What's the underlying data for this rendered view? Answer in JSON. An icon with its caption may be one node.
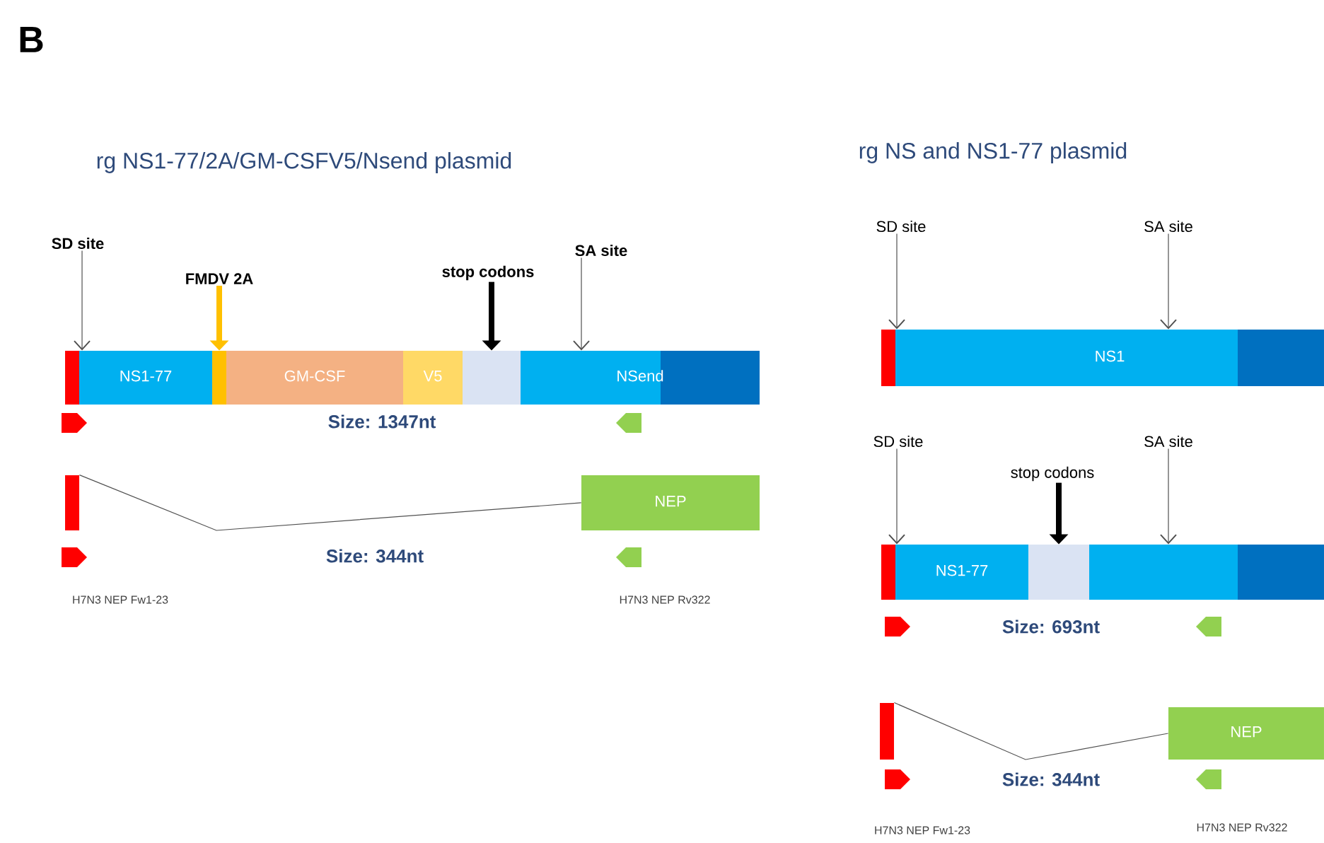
{
  "diagram": {
    "nodes": [
      {
        "text": [
          "SD site"
        ]
      },
      {
        "text": [
          "FMDV 2A"
        ]
      },
      {
        "text": [
          "stop codons"
        ]
      },
      {
        "text": [
          "SA site"
        ]
      },
      {
        "text": [],
        "shape": "box"
      },
      {
        "text": [
          "NS1-77"
        ]
      },
      {
        "text": [],
        "shape": "box"
      },
      {
        "text": [
          "GM-CSF"
        ]
      },
      {
        "text": [
          "V5"
        ]
      },
      {
        "text": [],
        "shape": "box"
      },
      {
        "text": [
          "NSend"
        ]
      },
      {
        "text": [],
        "shape": "box"
      },
      {
        "text": [
          "NEP"
        ]
      },
      {
        "text": [
          "SD site"
        ]
      },
      {
        "text": [
          "SA site"
        ]
      },
      {
        "text": [],
        "shape": "box"
      },
      {
        "text": [
          "NS1"
        ]
      },
      {
        "text": [
          "SD site"
        ]
      },
      {
        "text": [
          "stop codons"
        ]
      },
      {
        "text": [
          "SA site"
        ]
      },
      {
        "text": [],
        "shape": "box"
      },
      {
        "text": [
          "NS1-77"
        ]
      },
      {
        "text": [],
        "shape": "box"
      },
      {
        "text": [],
        "shape": "box"
      },
      {
        "text": [],
        "shape": "box"
      },
      {
        "text": [
          "NEP"
        ]
      },
      {
        "text": [],
        "shape": "arrow"
      },
      {
        "text": [],
        "shape": "arrow"
      },
      {
        "text": [],
        "shape": "arrow"
      },
      {
        "text": [],
        "shape": "arrow"
      },
      {
        "text": [],
        "shape": "arrow"
      },
      {
        "text": [],
        "shape": "arrow"
      },
      {
        "text": [],
        "shape": "arrow"
      },
      {
        "text": [],
        "shape": "arrow"
      }
    ],
    "edges": [
      {
        "from": 0,
        "to": 5,
        "arrow": "to"
      },
      {
        "from": 1,
        "to": 6,
        "arrow": "to",
        "style": "thick",
        "color": "#ffc000"
      },
      {
        "from": 2,
        "to": 9,
        "arrow": "to",
        "style": "thick",
        "color": "#000000"
      },
      {
        "from": 3,
        "to": 10,
        "arrow": "to"
      },
      {
        "from": 11,
        "to": 12,
        "arrow": "none"
      },
      {
        "from": 13,
        "to": 16,
        "arrow": "to"
      },
      {
        "from": 14,
        "to": 16,
        "arrow": "to"
      },
      {
        "from": 17,
        "to": 21,
        "arrow": "to"
      },
      {
        "from": 18,
        "to": 22,
        "arrow": "to",
        "style": "thick",
        "color": "#000000"
      },
      {
        "from": 19,
        "to": 23,
        "arrow": "to"
      },
      {
        "from": 24,
        "to": 25,
        "arrow": "none"
      }
    ],
    "labels": [
      "B",
      "rg NS1-77/2A/GM-CSFV5/Nsend plasmid",
      "rg NS and NS1-77 plasmid",
      "Size: 1347nt",
      "Size: 344nt",
      "H7N3 NEP Fw1-23",
      "H7N3 NEP Rv322",
      "Size: 693nt",
      "Size: 344nt",
      "H7N3 NEP Fw1-23",
      "H7N3 NEP Rv322"
    ]
  }
}
